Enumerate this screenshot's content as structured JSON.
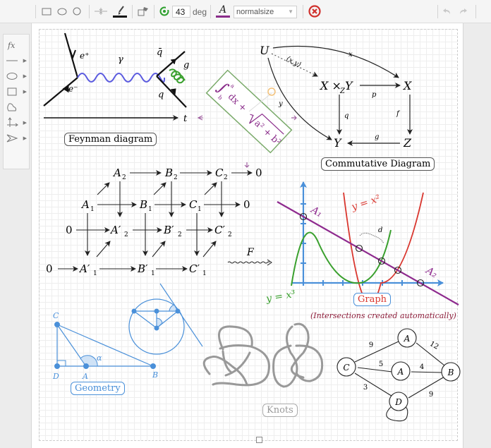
{
  "toolbar": {
    "shapes": [
      "rectangle-tool",
      "ellipse-tool",
      "circle-tool"
    ],
    "angle_value": "43",
    "angle_unit": "deg",
    "text_style_icon": "A",
    "font_size_select": "normalsize",
    "colors": {
      "accent": "#8a2c8a",
      "delete": "#d0312d",
      "angle": "#2ea02e"
    }
  },
  "palette": {
    "items": [
      {
        "id": "function",
        "label": "fx",
        "submenu": false
      },
      {
        "id": "line",
        "label": "line",
        "submenu": true
      },
      {
        "id": "ellipse",
        "label": "ellipse",
        "submenu": true
      },
      {
        "id": "rectangle",
        "label": "rectangle",
        "submenu": true
      },
      {
        "id": "freeform",
        "label": "freeform",
        "submenu": false
      },
      {
        "id": "axes",
        "label": "axes",
        "submenu": true
      },
      {
        "id": "angle",
        "label": "angle",
        "submenu": true
      }
    ]
  },
  "canvas": {
    "feynman": {
      "label": "Feynman diagram",
      "particles": {
        "positron": "e⁺",
        "electron": "e⁻",
        "photon": "γ",
        "antiquark": "q̄",
        "quark": "q",
        "gluon": "g",
        "time": "t"
      }
    },
    "formula": {
      "integral_upper": "a",
      "integral_lower": "b",
      "expr": "dx +",
      "sqrt": "a² + b²"
    },
    "commutative": {
      "label": "Commutative Diagram",
      "nodes": {
        "U": "U",
        "XxZY": "X × Y",
        "Zsub": "Z",
        "X": "X",
        "Y": "Y",
        "Z": "Z"
      },
      "edges": {
        "x": "x",
        "y": "y",
        "xy": "⟨x,y⟩",
        "p": "p",
        "q": "q",
        "f": "f",
        "g": "g"
      }
    },
    "cube": {
      "top": [
        "A",
        "B",
        "C",
        "0"
      ],
      "mid": [
        "A",
        "B",
        "C",
        "0"
      ],
      "prime2": [
        "0",
        "A′",
        "B′",
        "C′"
      ],
      "prime1": [
        "0",
        "A′",
        "B′",
        "C′"
      ],
      "sub2": "2",
      "sub1": "1",
      "functor": "F"
    },
    "graph": {
      "label": "Graph",
      "caption": "(Intersections created automatically)",
      "curves": {
        "parabola": "y = x²",
        "cubic": "y = x³",
        "line_a1": "A₁",
        "line_a2": "A₂",
        "distance": "d"
      },
      "colors": {
        "axis": "#4a90d9",
        "parabola": "#d9372f",
        "cubic": "#3aa02e",
        "line": "#8e2a8e"
      }
    },
    "geometry": {
      "label": "Geometry",
      "points": {
        "C": "C",
        "D": "D",
        "A": "A",
        "B": "B"
      },
      "angle": "α",
      "color": "#4a90d9"
    },
    "knots": {
      "label": "Knots"
    },
    "weighted_graph": {
      "nodes": [
        "A",
        "A",
        "B",
        "C",
        "D"
      ],
      "weights": {
        "CA_top": "9",
        "A_top_B": "12",
        "CA_mid": "5",
        "A_mid_B": "4",
        "CD": "3",
        "DB": "9"
      }
    }
  }
}
